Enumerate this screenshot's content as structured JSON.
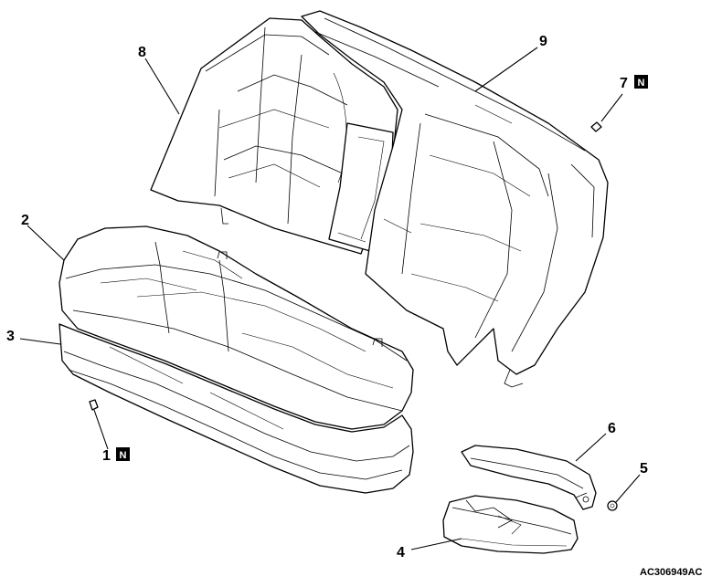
{
  "callouts": {
    "c1": {
      "number": "1",
      "badge": "N"
    },
    "c2": {
      "number": "2"
    },
    "c3": {
      "number": "3"
    },
    "c4": {
      "number": "4"
    },
    "c5": {
      "number": "5"
    },
    "c6": {
      "number": "6"
    },
    "c7": {
      "number": "7",
      "badge": "N"
    },
    "c8": {
      "number": "8"
    },
    "c9": {
      "number": "9"
    }
  },
  "figure_id": "AC306949AC",
  "colors": {
    "line": "#000000",
    "background": "#ffffff",
    "badge_fill": "#000000",
    "badge_text": "#ffffff"
  }
}
